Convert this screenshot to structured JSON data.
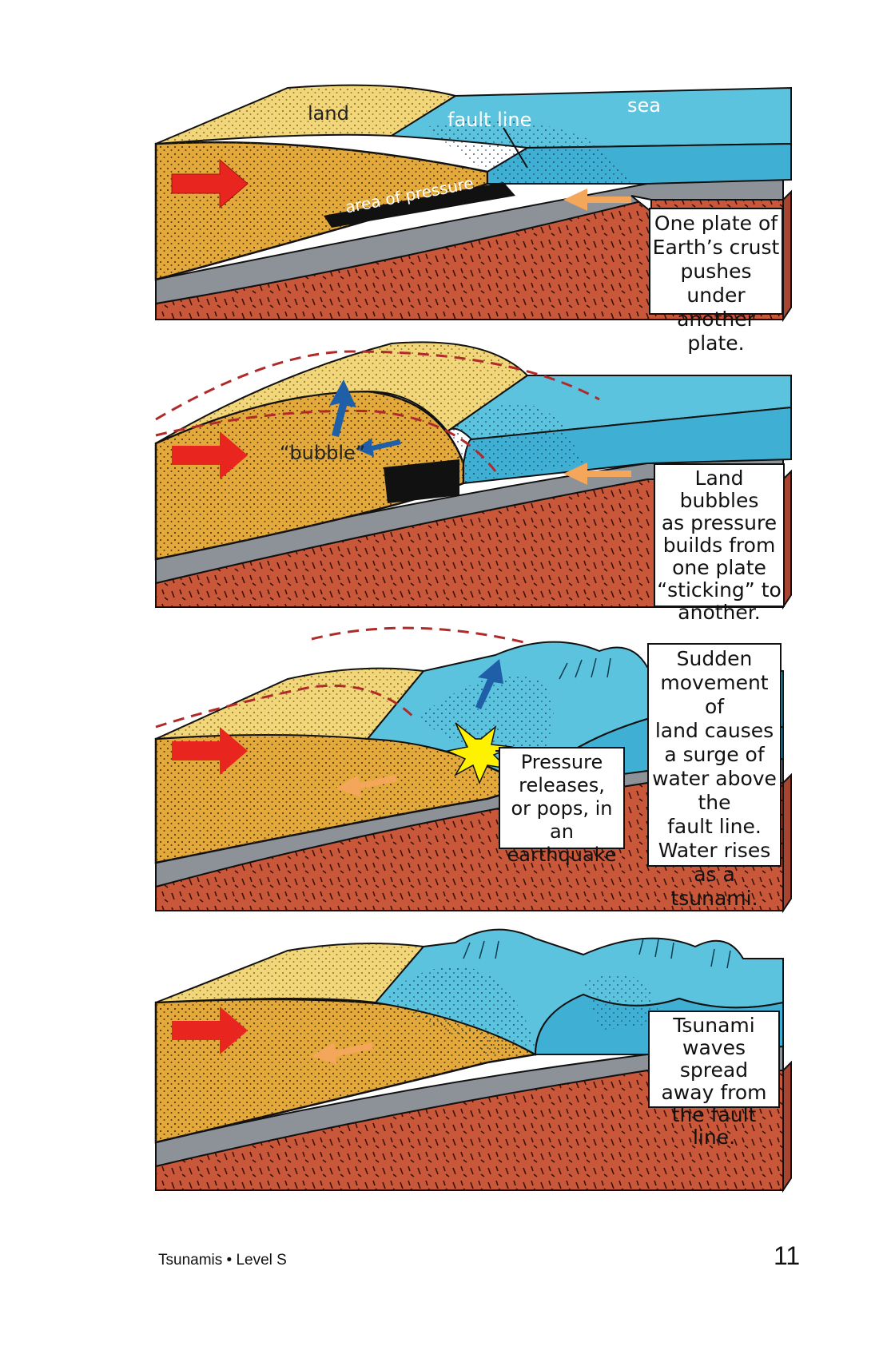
{
  "panel1": {
    "labels": {
      "land": "land",
      "fault_line": "fault line",
      "sea": "sea",
      "area_of_pressure": "area of pressure"
    },
    "callout": [
      "One plate of",
      "Earth’s crust",
      "pushes under",
      "another plate."
    ]
  },
  "panel2": {
    "labels": {
      "bubble": "“bubble”"
    },
    "callout": [
      "Land bubbles",
      "as pressure",
      "builds from",
      "one plate",
      "“sticking” to",
      "another."
    ]
  },
  "panel3": {
    "callout_pressure": [
      "Pressure",
      "releases,",
      "or pops, in an",
      "earthquake"
    ],
    "callout": [
      "Sudden",
      "movement of",
      "land causes",
      "a surge of",
      "water above",
      "the",
      "fault line.",
      "Water rises",
      "as a tsunami."
    ]
  },
  "panel4": {
    "callout": [
      "Tsunami",
      "waves spread",
      "away from",
      "the fault line."
    ]
  },
  "footer": {
    "title": "Tsunamis • Level S",
    "page": "11"
  },
  "colors": {
    "land_top": "#F2D77A",
    "land_front": "#E3A93A",
    "sea": "#5CC3DE",
    "sea_front": "#3FB0D3",
    "plate": "#8C9298",
    "mantle": "#C9573A",
    "red_arrow": "#E8261F",
    "orange_arrow": "#F4A65A",
    "blue_arrow": "#1E5FA8",
    "dash": "#B02A2A",
    "star": "#FFF200"
  }
}
